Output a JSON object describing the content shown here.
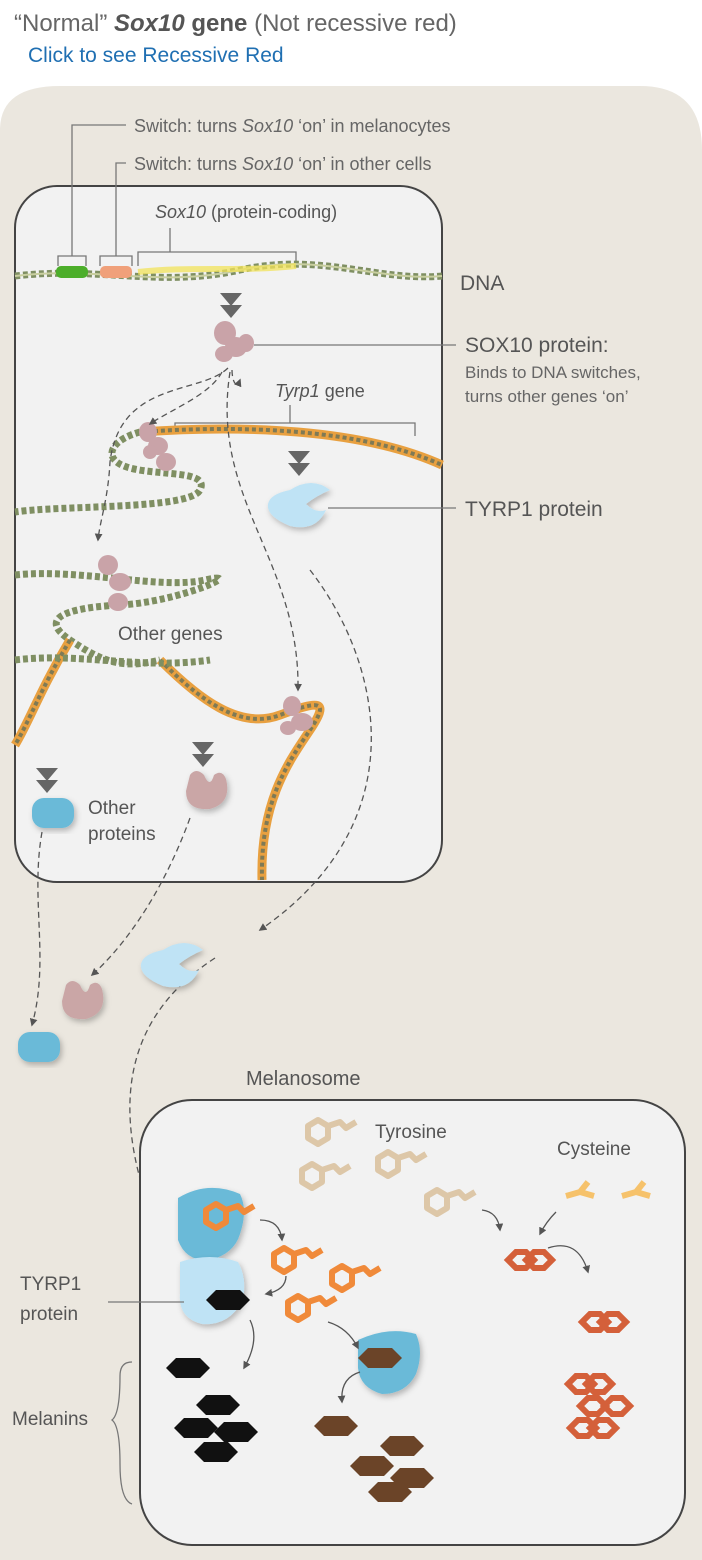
{
  "header": {
    "title_quote": "“Normal” ",
    "title_gene": "Sox10",
    "title_gene_word": " gene",
    "title_paren": " (Not recessive red)",
    "link": "Click to see Recessive Red"
  },
  "cell": {
    "switch1_prefix": "Switch: turns ",
    "switch1_gene": "Sox10",
    "switch1_suffix": " ‘on’ in melanocytes",
    "switch2_prefix": "Switch: turns ",
    "switch2_gene": "Sox10",
    "switch2_suffix": " ‘on’ in other cells",
    "coding_gene": "Sox10",
    "coding_suffix": " (protein-coding)",
    "dna": "DNA",
    "sox10_title": "SOX10 protein:",
    "sox10_desc1": "Binds to DNA switches,",
    "sox10_desc2": "turns other genes ‘on’",
    "tyrp1_gene": "Tyrp1",
    "tyrp1_gene_word": " gene",
    "tyrp1_protein": "TYRP1 protein",
    "other_genes": "Other genes",
    "other_proteins_1": "Other",
    "other_proteins_2": "proteins"
  },
  "melanosome": {
    "title": "Melanosome",
    "tyrosine": "Tyrosine",
    "cysteine": "Cysteine",
    "tyrp1_1": "TYRP1",
    "tyrp1_2": "protein",
    "melanins": "Melanins"
  },
  "colors": {
    "cell_bg": "#ebe7df",
    "nucleus_bg": "#f2f2f2",
    "dna_strand": "#8a9a6a",
    "dna_orange": "#e8a040",
    "sox10_protein": "#c9a3a8",
    "tyrp1_protein": "#bfe3f5",
    "other_protein_blue": "#6bbad8",
    "other_protein_pink": "#caa6a6",
    "tyrosine": "#ddc7a8",
    "cysteine": "#f6c26b",
    "orange_intermediate": "#f08a3a",
    "red_melanin": "#d4603a",
    "brown_melanin": "#6b4428",
    "black_melanin": "#111111",
    "link": "#1f6fb2"
  }
}
